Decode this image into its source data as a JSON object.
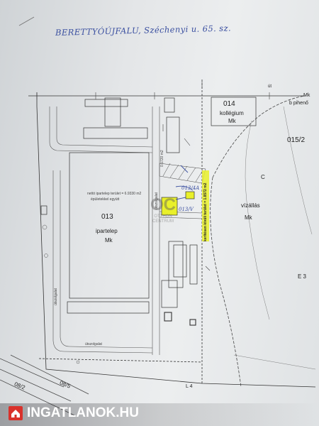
{
  "handwriting": "BERETTYÓÚJFALU, Széchenyi u. 65. sz.",
  "parcels": {
    "p014": {
      "number": "014",
      "name": "kollégium",
      "code": "Mk"
    },
    "p013": {
      "number": "013",
      "name": "ipartelep",
      "code": "Mk"
    },
    "p015": {
      "number": "015/2"
    },
    "c": {
      "letter": "C",
      "name": "vízállás",
      "code": "Mk"
    },
    "e3": "E 3",
    "l4": "L 4",
    "p08_2": "08/2",
    "p08_5": "08/5",
    "ut": "út",
    "mk_b": {
      "code": "Mk",
      "name": "b pihenő"
    }
  },
  "notes": {
    "netto1": "nettó ipartelep terület = 6.9330 m2",
    "netto2": "épületekkel együtt",
    "kerites": "kerítésen kívüli terület = 1.8572 m2",
    "measure": "0.5720 m2",
    "ut_a": "útszolgalat",
    "ut_b": "útszolgalat",
    "ut_c": "útszolgalat"
  },
  "marks": {
    "m013a": "013/4A",
    "m013v": "013/V"
  },
  "watermark": {
    "letters": "OC",
    "line1": "OTTHON",
    "line2": "CENTRUM"
  },
  "footer": {
    "brand": "INGATLANOK.HU"
  },
  "colors": {
    "highlight": "#e9f02a",
    "ink": "#3a4fa0",
    "brand_red": "#d9312b"
  }
}
